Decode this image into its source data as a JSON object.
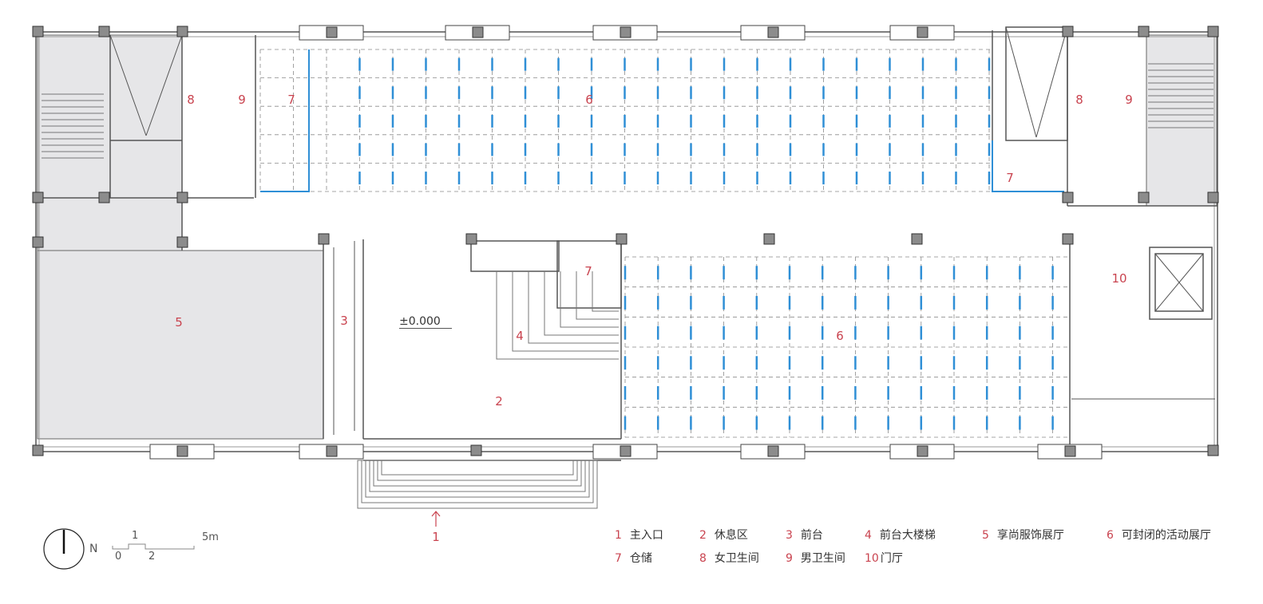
{
  "colors": {
    "label": "#c9434f",
    "wall": "#555555",
    "column": "#8c8c8c",
    "shade": "#e6e6e8",
    "grid": "#8a8a8a",
    "partition": "#2f8fd6"
  },
  "elevation": "±0.000",
  "room_labels": [
    {
      "id": "8",
      "text": "8"
    },
    {
      "id": "9",
      "text": "9"
    },
    {
      "id": "7a",
      "text": "7"
    },
    {
      "id": "6a",
      "text": "6"
    },
    {
      "id": "8b",
      "text": "8"
    },
    {
      "id": "9b",
      "text": "9"
    },
    {
      "id": "7b",
      "text": "7"
    },
    {
      "id": "7c",
      "text": "7"
    },
    {
      "id": "10",
      "text": "10"
    },
    {
      "id": "5",
      "text": "5"
    },
    {
      "id": "3",
      "text": "3"
    },
    {
      "id": "4",
      "text": "4"
    },
    {
      "id": "6b",
      "text": "6"
    },
    {
      "id": "2",
      "text": "2"
    },
    {
      "id": "1",
      "text": "1"
    }
  ],
  "legend": [
    {
      "num": "1",
      "name": "主入口"
    },
    {
      "num": "2",
      "name": "休息区"
    },
    {
      "num": "3",
      "name": "前台"
    },
    {
      "num": "4",
      "name": "前台大楼梯"
    },
    {
      "num": "5",
      "name": "享尚服饰展厅"
    },
    {
      "num": "6",
      "name": "可封闭的活动展厅"
    },
    {
      "num": "7",
      "name": "仓储"
    },
    {
      "num": "8",
      "name": "女卫生间"
    },
    {
      "num": "9",
      "name": "男卫生间"
    },
    {
      "num": "10",
      "name": "门厅"
    }
  ],
  "north": {
    "label": "N"
  },
  "scale": {
    "t0": "0",
    "t1": "1",
    "t2": "2",
    "t5": "5m"
  }
}
